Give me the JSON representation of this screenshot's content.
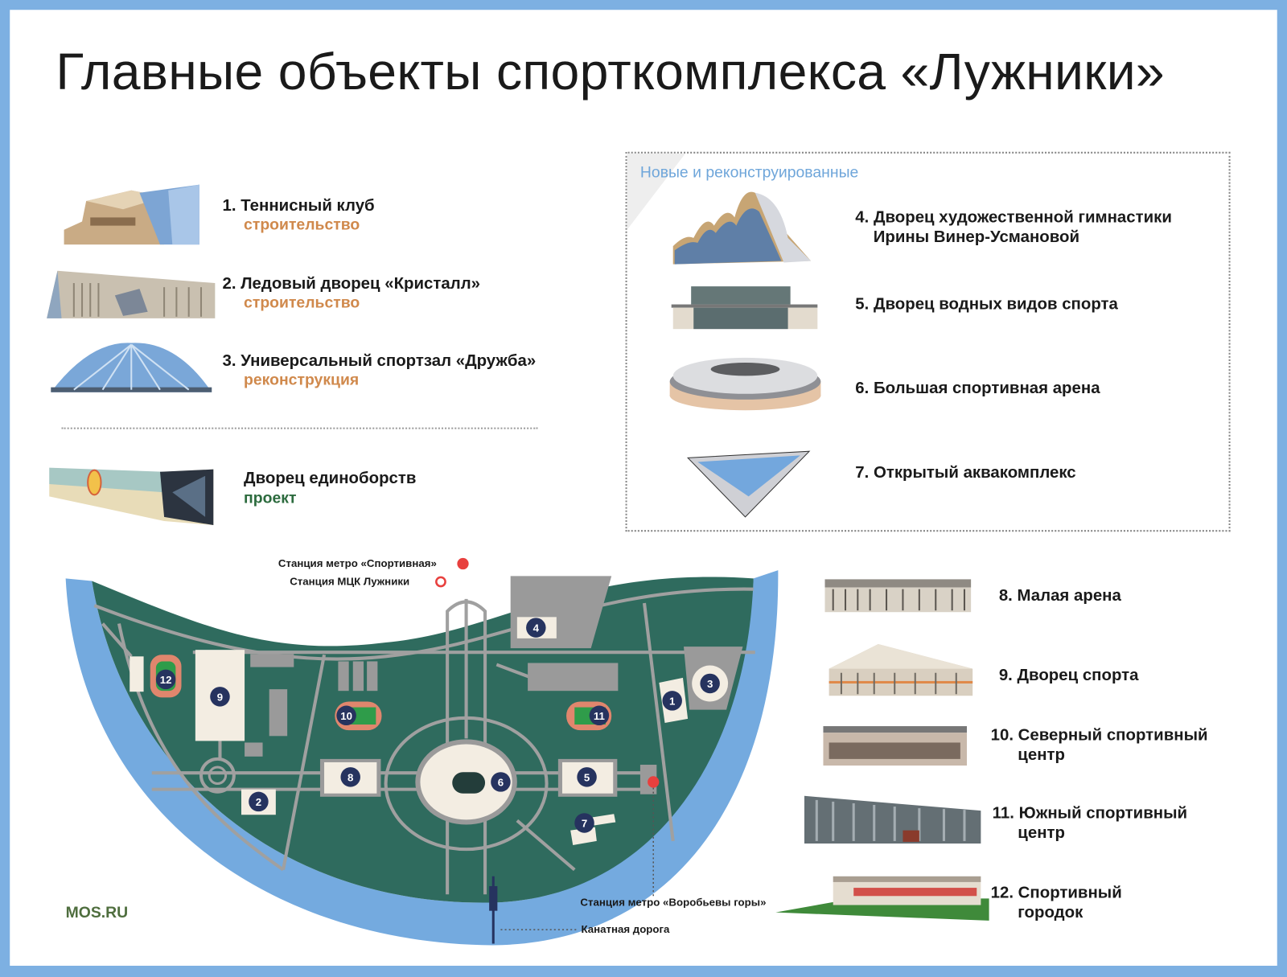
{
  "title": "Главные объекты спорткомплекса «Лужники»",
  "left_list": [
    {
      "label": "1. Теннисный клуб",
      "status": "строительство"
    },
    {
      "label": "2. Ледовый дворец «Кристалл»",
      "status": "строительство"
    },
    {
      "label": "3. Универсальный спортзал «Дружба»",
      "status": "реконструкция"
    }
  ],
  "project": {
    "label": "Дворец единоборств",
    "status": "проект"
  },
  "new_box": {
    "subtitle": "Новые и реконструированные",
    "items": [
      {
        "label_line1": "4. Дворец художественной гимнастики",
        "label_line2": "Ирины Винер-Усмановой"
      },
      {
        "label_line1": "5. Дворец водных видов спорта"
      },
      {
        "label_line1": "6. Большая спортивная арена"
      },
      {
        "label_line1": "7. Открытый аквакомплекс"
      }
    ]
  },
  "right_list": [
    {
      "label_line1": "8. Малая арена"
    },
    {
      "label_line1": "9. Дворец спорта"
    },
    {
      "label_line1": "10. Северный спортивный",
      "label_line2": "центр"
    },
    {
      "label_line1": "11. Южный спортивный",
      "label_line2": "центр"
    },
    {
      "label_line1": "12. Спортивный",
      "label_line2": "городок"
    }
  ],
  "map": {
    "metro_sportivnaya": "Станция метро «Спортивная»",
    "mck_luzhniki": "Станция МЦК Лужники",
    "metro_vorobyovy": "Станция метро «Воробьевы горы»",
    "cable_car": "Канатная дорога",
    "markers": [
      "1",
      "2",
      "3",
      "4",
      "5",
      "6",
      "7",
      "8",
      "9",
      "10",
      "11",
      "12"
    ]
  },
  "brand": "MOS.RU",
  "colors": {
    "frame": "#7db0e2",
    "land": "#2f6b5e",
    "river": "#74aadf",
    "road": "#9a9a9a",
    "marker": "#26335f",
    "metro": "#e8403e",
    "construction": "#d0894c",
    "project": "#2c6b3e"
  }
}
